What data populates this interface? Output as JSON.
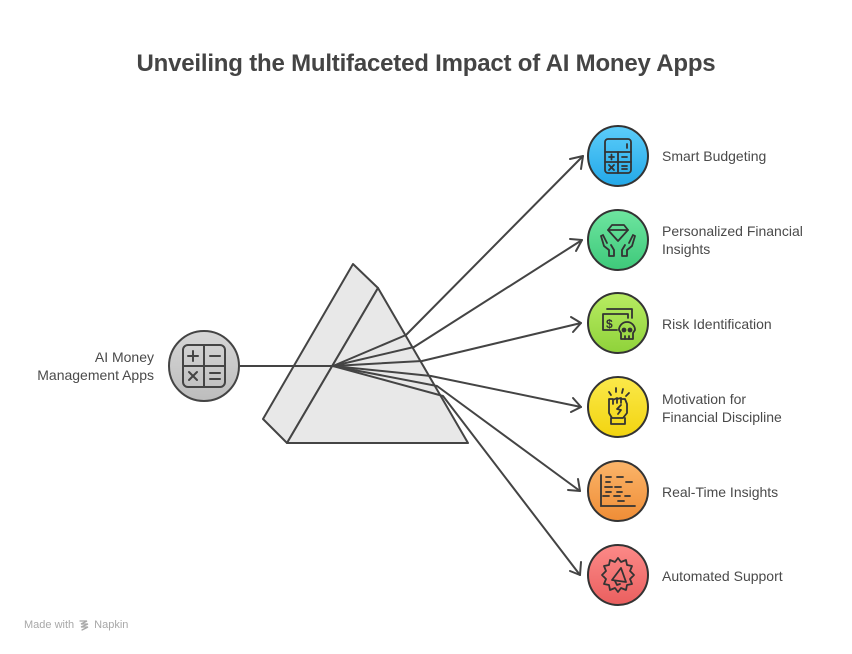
{
  "title": "Unveiling the Multifaceted Impact of AI Money Apps",
  "source": {
    "label_line1": "AI Money",
    "label_line2": "Management Apps",
    "icon": "calculator-icon",
    "fill": "#c8c8c8"
  },
  "prism": {
    "fill": "#e8e8e8",
    "stroke": "#444444"
  },
  "outputs": [
    {
      "label_line1": "Smart Budgeting",
      "label_line2": "",
      "icon": "calculator-icon",
      "color_top": "#5ccdfa",
      "color_bottom": "#23a8e8"
    },
    {
      "label_line1": "Personalized Financial",
      "label_line2": "Insights",
      "icon": "diamond-hands-icon",
      "color_top": "#6ee5a0",
      "color_bottom": "#3ec97a"
    },
    {
      "label_line1": "Risk Identification",
      "label_line2": "",
      "icon": "money-skull-icon",
      "color_top": "#b8ec62",
      "color_bottom": "#8fd23a"
    },
    {
      "label_line1": "Motivation for",
      "label_line2": "Financial Discipline",
      "icon": "raised-fist-icon",
      "color_top": "#fbe94a",
      "color_bottom": "#f2d410"
    },
    {
      "label_line1": "Real-Time Insights",
      "label_line2": "",
      "icon": "timeline-chart-icon",
      "color_top": "#fbb56a",
      "color_bottom": "#ef8d36"
    },
    {
      "label_line1": "Automated Support",
      "label_line2": "",
      "icon": "gear-megaphone-icon",
      "color_top": "#fc8a88",
      "color_bottom": "#ea5f5f"
    }
  ],
  "footer": {
    "made_with": "Made with",
    "brand": "Napkin"
  }
}
